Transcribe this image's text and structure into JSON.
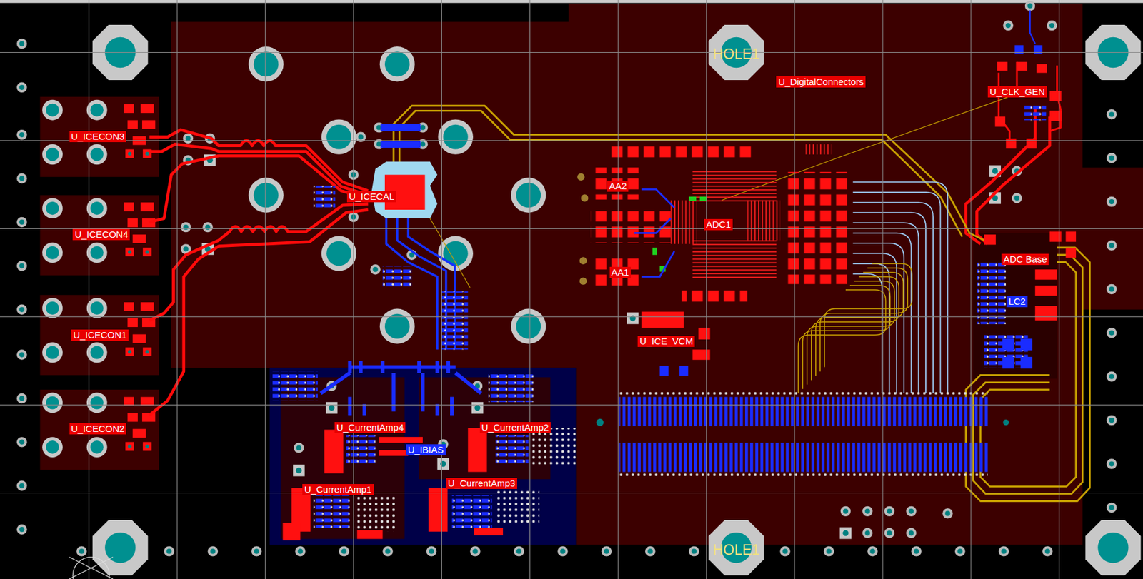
{
  "diagram": {
    "labels": [
      "U_ICECON3",
      "U_ICECON4",
      "U_ICECON1",
      "U_ICECON2",
      "U_ICECAL",
      "HOLE1",
      "U_DigitalConnectors",
      "U_CLK_GEN",
      "AA2",
      "ADC1",
      "AA1",
      "ADC Base",
      "LC2",
      "U_ICE_VCM",
      "U_CurrentAmp4",
      "U_CurrentAmp2",
      "U_IBIAS",
      "U_CurrentAmp1",
      "U_CurrentAmp3",
      "HOLE1"
    ]
  }
}
